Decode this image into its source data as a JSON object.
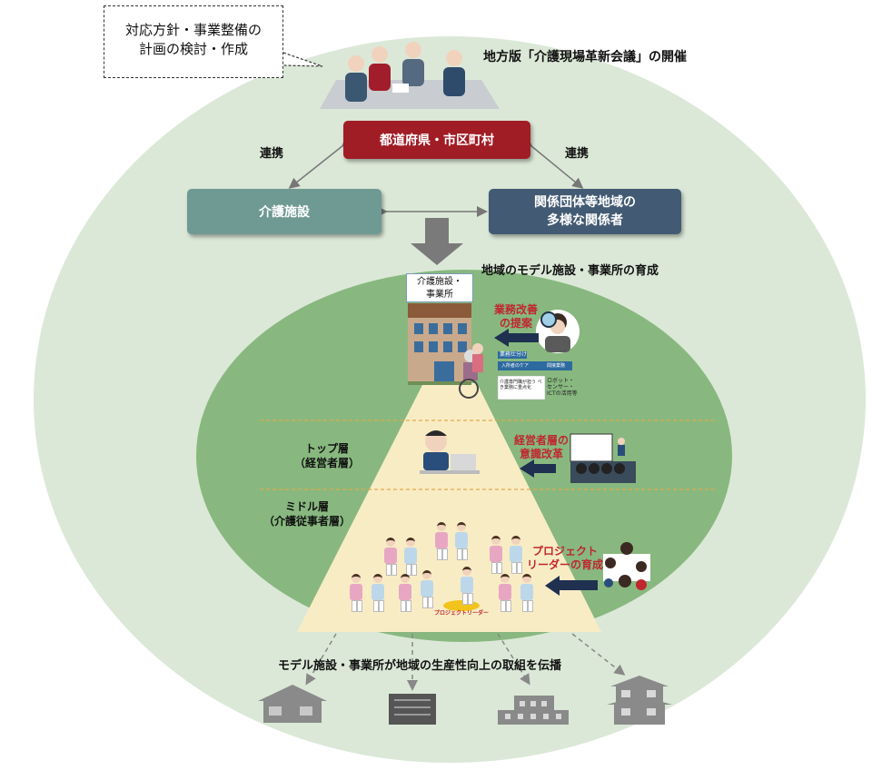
{
  "callout": {
    "line1": "対応方針・事業整備の",
    "line2": "計画の検討・作成"
  },
  "meeting_title": "地方版「介護現場革新会議」の開催",
  "boxes": {
    "gov": "都道府県・市区町村",
    "facility": "介護施設",
    "related_line1": "関係団体等地域の",
    "related_line2": "多様な関係者"
  },
  "links": {
    "left": "連携",
    "right": "連携"
  },
  "model_title": "地域のモデル施設・事業所の育成",
  "facility_sign": {
    "line1": "介護施設・",
    "line2": "事業所"
  },
  "improvement": {
    "line1": "業務改善",
    "line2": "の提案"
  },
  "work_split": {
    "title": "業務仕分け",
    "direct_care": "入所者のケア",
    "indirect": "間接業務",
    "expert_note": "介護専門職が担う べき業務に重点化",
    "robot_line1": "ロボット・",
    "robot_line2": "センサー・",
    "robot_line3": "ICTの活用等"
  },
  "top_layer": {
    "line1": "トップ層",
    "line2": "（経営者層）"
  },
  "management": {
    "line1": "経営者層の",
    "line2": "意識改革"
  },
  "middle_layer": {
    "line1": "ミドル層",
    "line2": "（介護従事者層）"
  },
  "project": {
    "line1": "プロジェクト",
    "line2": "リーダーの育成"
  },
  "leader_label": "プロジェクトリーダー",
  "spread_text": "モデル施設・事業所が地域の生産性向上の取組を伝播",
  "colors": {
    "outer_ellipse": "#dbe8d7",
    "inner_ellipse": "#88b87f",
    "triangle": "#f8ecc5",
    "gov_box": "#a01d26",
    "facility_box": "#6f9a93",
    "related_box": "#425a73",
    "highlight_text": "#c0262f"
  }
}
